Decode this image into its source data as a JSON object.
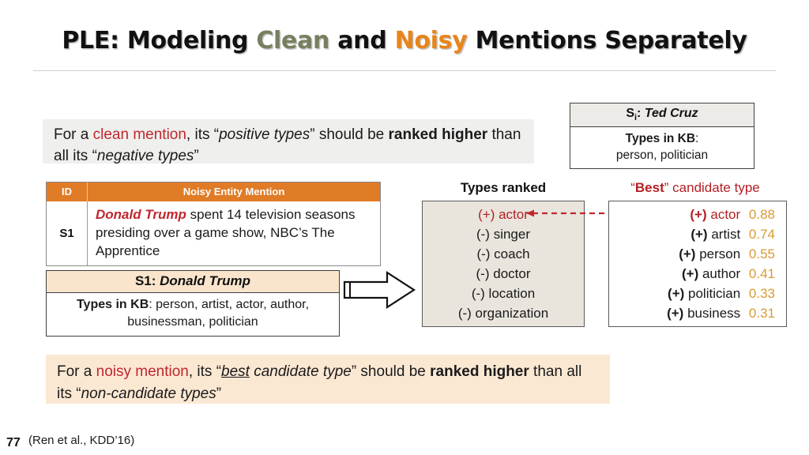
{
  "slide": {
    "title_parts": {
      "p1": "PLE: Modeling ",
      "clean": "Clean",
      "p2": " and ",
      "noisy": "Noisy",
      "p3": " Mentions Separately"
    },
    "page_number": "77",
    "citation": "(Ren et al., KDD’16)"
  },
  "clean_callout": {
    "s1": "For a ",
    "term": "clean mention",
    "s2": ", its “",
    "pos_types": "positive types",
    "s3": "” should be ",
    "emph": "ranked higher",
    "s4": " than all its “",
    "neg_types": "negative types",
    "s5": "”"
  },
  "kb_right": {
    "head_prefix": "S",
    "head_sub": "i",
    "head_sep": ": ",
    "head_name": "Ted Cruz",
    "body_label": "Types in KB",
    "body_colon": ":",
    "body_types": "person, politician"
  },
  "mention_table": {
    "columns": [
      "ID",
      "Noisy Entity Mention"
    ],
    "row": {
      "id": "S1",
      "entity": "Donald Trump",
      "text": " spent 14 television seasons presiding over a game show, NBC’s The Apprentice"
    }
  },
  "kb_left": {
    "head_id": "S1: ",
    "head_name": "Donald Trump",
    "body_label": "Types in KB",
    "body_colon": ": ",
    "body_types": "person, artist, actor, author, businessman, politician"
  },
  "ranked": {
    "label": "Types ranked",
    "items": [
      {
        "sign": "(+)",
        "type": "actor",
        "positive": true
      },
      {
        "sign": "(-)",
        "type": "singer",
        "positive": false
      },
      {
        "sign": "(-)",
        "type": "coach",
        "positive": false
      },
      {
        "sign": "(-)",
        "type": "doctor",
        "positive": false
      },
      {
        "sign": "(-)",
        "type": "location",
        "positive": false
      },
      {
        "sign": "(-)",
        "type": "organization",
        "positive": false
      }
    ]
  },
  "best": {
    "label_quote_open": "“",
    "label_best": "Best",
    "label_quote_close": "”",
    "label_rest": " candidate type",
    "items": [
      {
        "sign": "(+)",
        "type": "actor",
        "score": "0.88",
        "positive": true
      },
      {
        "sign": "(+)",
        "type": "artist",
        "score": "0.74",
        "positive": false
      },
      {
        "sign": "(+)",
        "type": "person",
        "score": "0.55",
        "positive": false
      },
      {
        "sign": "(+)",
        "type": "author",
        "score": "0.41",
        "positive": false
      },
      {
        "sign": "(+)",
        "type": "politician",
        "score": "0.33",
        "positive": false
      },
      {
        "sign": "(+)",
        "type": "business",
        "score": "0.31",
        "positive": false
      }
    ]
  },
  "noisy_callout": {
    "s1": "For a ",
    "term": "noisy mention",
    "s2": ", its “",
    "best_word": "best",
    "s2b": " candidate type",
    "s3": "” should be ",
    "emph": "ranked higher",
    "s4": " than all its “",
    "non_cand": "non-candidate types",
    "s5": "”"
  },
  "colors": {
    "clean_green": "#76805F",
    "noisy_orange": "#E8851A",
    "accent_red": "#C0272D",
    "table_header_orange": "#E07B26",
    "score_gold": "#D89B34",
    "peach_bg": "#FBE8D3",
    "grey_bg": "#EFEFED",
    "ranked_bg": "#E9E5DD"
  }
}
